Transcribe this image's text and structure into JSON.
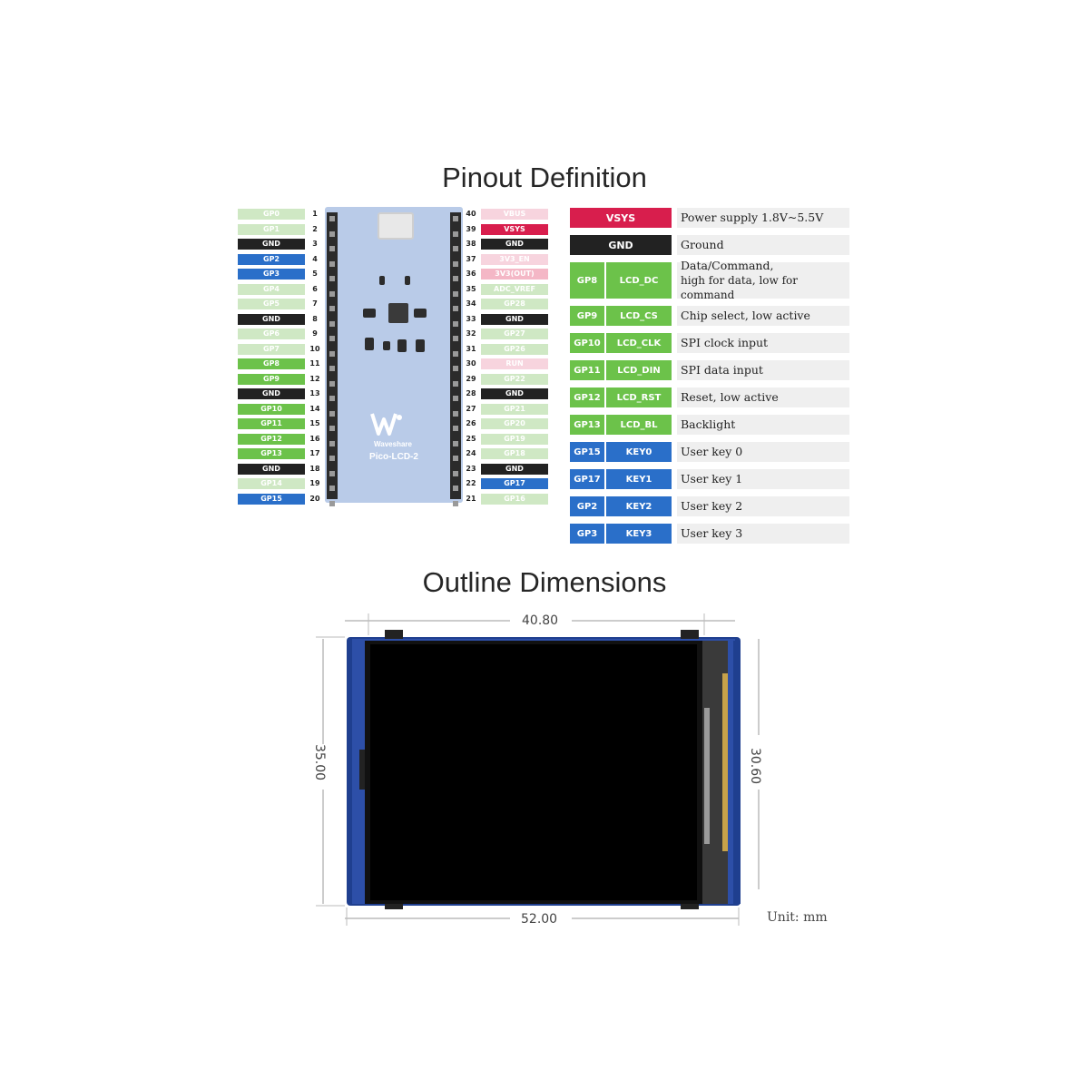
{
  "titles": {
    "pinout": "Pinout Definition",
    "outline": "Outline Dimensions"
  },
  "board": {
    "brand": "Waveshare",
    "model": "Pico-LCD-2"
  },
  "left_pins": [
    {
      "num": "1",
      "label": "GP0",
      "color": "faded-green"
    },
    {
      "num": "2",
      "label": "GP1",
      "color": "faded-green"
    },
    {
      "num": "3",
      "label": "GND",
      "color": "gnd"
    },
    {
      "num": "4",
      "label": "GP2",
      "color": "blue"
    },
    {
      "num": "5",
      "label": "GP3",
      "color": "blue"
    },
    {
      "num": "6",
      "label": "GP4",
      "color": "faded-green"
    },
    {
      "num": "7",
      "label": "GP5",
      "color": "faded-green"
    },
    {
      "num": "8",
      "label": "GND",
      "color": "gnd"
    },
    {
      "num": "9",
      "label": "GP6",
      "color": "faded-green"
    },
    {
      "num": "10",
      "label": "GP7",
      "color": "faded-green"
    },
    {
      "num": "11",
      "label": "GP8",
      "color": "green"
    },
    {
      "num": "12",
      "label": "GP9",
      "color": "green"
    },
    {
      "num": "13",
      "label": "GND",
      "color": "gnd"
    },
    {
      "num": "14",
      "label": "GP10",
      "color": "green"
    },
    {
      "num": "15",
      "label": "GP11",
      "color": "green"
    },
    {
      "num": "16",
      "label": "GP12",
      "color": "green"
    },
    {
      "num": "17",
      "label": "GP13",
      "color": "green"
    },
    {
      "num": "18",
      "label": "GND",
      "color": "gnd"
    },
    {
      "num": "19",
      "label": "GP14",
      "color": "faded-green"
    },
    {
      "num": "20",
      "label": "GP15",
      "color": "blue"
    }
  ],
  "right_pins": [
    {
      "num": "40",
      "label": "VBUS",
      "color": "faded-pink"
    },
    {
      "num": "39",
      "label": "VSYS",
      "color": "vsys"
    },
    {
      "num": "38",
      "label": "GND",
      "color": "gnd"
    },
    {
      "num": "37",
      "label": "3V3_EN",
      "color": "faded-pink"
    },
    {
      "num": "36",
      "label": "3V3(OUT)",
      "color": "pink"
    },
    {
      "num": "35",
      "label": "ADC_VREF",
      "color": "faded-green"
    },
    {
      "num": "34",
      "label": "GP28",
      "color": "faded-green"
    },
    {
      "num": "33",
      "label": "GND",
      "color": "gnd"
    },
    {
      "num": "32",
      "label": "GP27",
      "color": "faded-green"
    },
    {
      "num": "31",
      "label": "GP26",
      "color": "faded-green"
    },
    {
      "num": "30",
      "label": "RUN",
      "color": "faded-pink"
    },
    {
      "num": "29",
      "label": "GP22",
      "color": "faded-green"
    },
    {
      "num": "28",
      "label": "GND",
      "color": "gnd"
    },
    {
      "num": "27",
      "label": "GP21",
      "color": "faded-green"
    },
    {
      "num": "26",
      "label": "GP20",
      "color": "faded-green"
    },
    {
      "num": "25",
      "label": "GP19",
      "color": "faded-green"
    },
    {
      "num": "24",
      "label": "GP18",
      "color": "faded-green"
    },
    {
      "num": "23",
      "label": "GND",
      "color": "gnd"
    },
    {
      "num": "22",
      "label": "GP17",
      "color": "blue"
    },
    {
      "num": "21",
      "label": "GP16",
      "color": "faded-green"
    }
  ],
  "pin_table": [
    {
      "gp": "VSYS",
      "fn": "",
      "desc": "Power supply 1.8V~5.5V",
      "color": "vsys"
    },
    {
      "gp": "GND",
      "fn": "",
      "desc": "Ground",
      "color": "gnd"
    },
    {
      "gp": "GP8",
      "fn": "LCD_DC",
      "desc": "Data/Command,",
      "desc2": "high for data, low for command",
      "color": "green"
    },
    {
      "gp": "GP9",
      "fn": "LCD_CS",
      "desc": "Chip select, low active",
      "color": "green"
    },
    {
      "gp": "GP10",
      "fn": "LCD_CLK",
      "desc": "SPI clock input",
      "color": "green"
    },
    {
      "gp": "GP11",
      "fn": "LCD_DIN",
      "desc": "SPI data input",
      "color": "green"
    },
    {
      "gp": "GP12",
      "fn": "LCD_RST",
      "desc": "Reset, low active",
      "color": "green"
    },
    {
      "gp": "GP13",
      "fn": "LCD_BL",
      "desc": "Backlight",
      "color": "green"
    },
    {
      "gp": "GP15",
      "fn": "KEY0",
      "desc": "User key 0",
      "color": "blue"
    },
    {
      "gp": "GP17",
      "fn": "KEY1",
      "desc": "User key 1",
      "color": "blue"
    },
    {
      "gp": "GP2",
      "fn": "KEY2",
      "desc": "User key 2",
      "color": "blue"
    },
    {
      "gp": "GP3",
      "fn": "KEY3",
      "desc": "User key 3",
      "color": "blue"
    }
  ],
  "dimensions": {
    "top_width": "40.80",
    "bottom_width": "52.00",
    "left_height": "35.00",
    "right_height": "30.60",
    "unit": "Unit: mm"
  }
}
